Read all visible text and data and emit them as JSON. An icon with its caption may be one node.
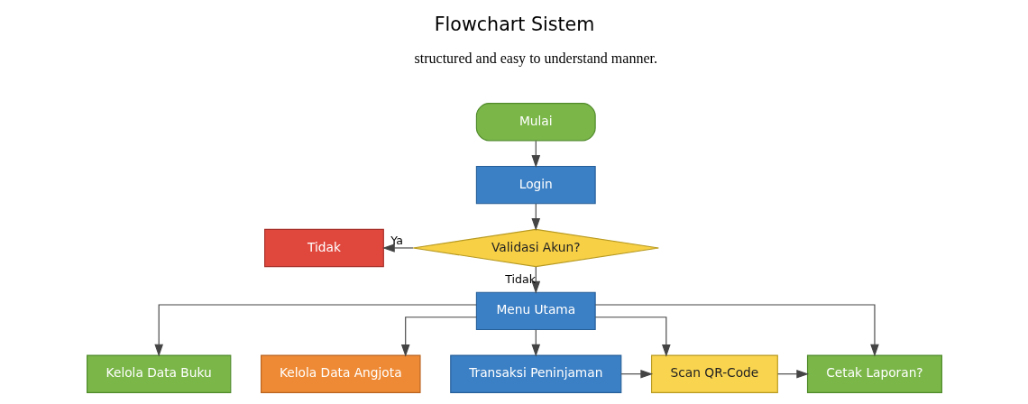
{
  "diagram": {
    "title": "Flowchart Sistem",
    "nodes": [
      {
        "text": [
          "Mulai"
        ]
      },
      {
        "text": [
          "Login"
        ]
      },
      {
        "text": [
          "Validasi Akun?"
        ]
      },
      {
        "text": [
          "Tidak"
        ]
      },
      {
        "text": [
          "Menu Utama"
        ]
      },
      {
        "text": [
          "Kelola Data Buku"
        ]
      },
      {
        "text": [
          "Kelola Data Angjota"
        ]
      },
      {
        "text": [
          "Transaksi Peninjaman"
        ]
      },
      {
        "text": [
          "Scan QR-Code"
        ]
      },
      {
        "text": [
          "Cetak Laporan?"
        ]
      }
    ],
    "edges": [
      {
        "from": 0,
        "to": 1,
        "arrow": "to"
      },
      {
        "from": 1,
        "to": 2,
        "arrow": "to"
      },
      {
        "from": 2,
        "to": 3,
        "arrow": "to",
        "label": "Ya"
      },
      {
        "from": 2,
        "to": 4,
        "arrow": "to",
        "label": "Tidak"
      },
      {
        "from": 4,
        "to": 5,
        "arrow": "to"
      },
      {
        "from": 4,
        "to": 6,
        "arrow": "to"
      },
      {
        "from": 4,
        "to": 7,
        "arrow": "to"
      },
      {
        "from": 4,
        "to": 8,
        "arrow": "to"
      },
      {
        "from": 4,
        "to": 9,
        "arrow": "to"
      },
      {
        "from": 7,
        "to": 8,
        "arrow": "to"
      },
      {
        "from": 8,
        "to": 9,
        "arrow": "to"
      }
    ],
    "labels": [
      "structured and easy to understand manner."
    ]
  }
}
